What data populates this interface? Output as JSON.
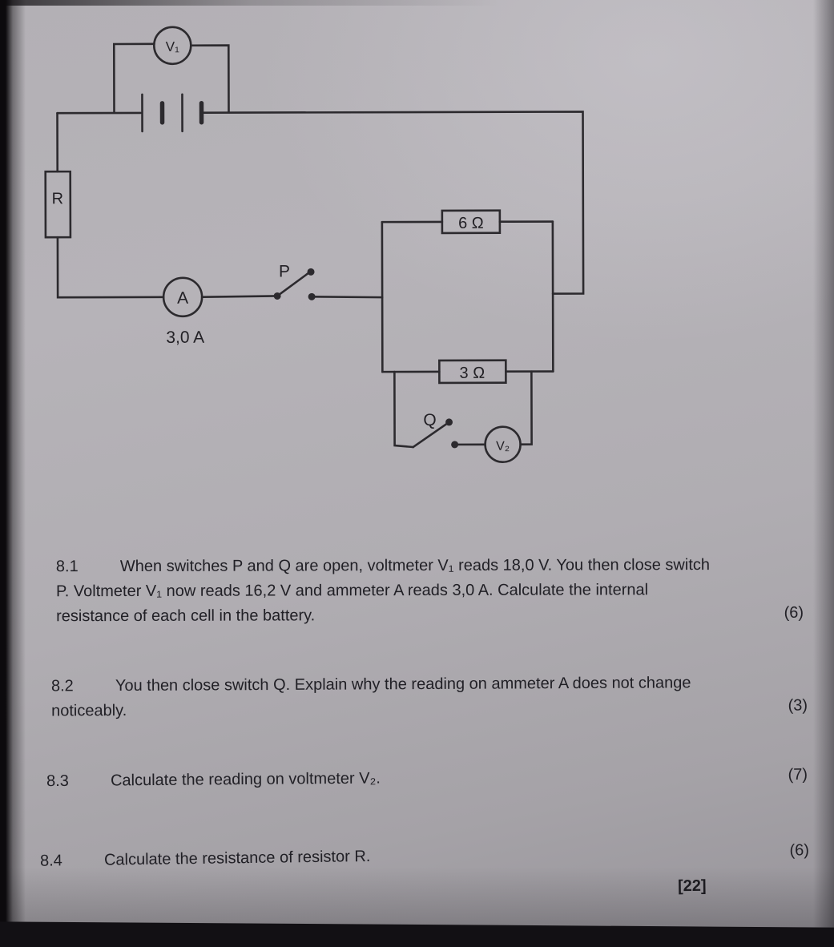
{
  "document": {
    "type": "physics exam question page",
    "total_marks": "[22]"
  },
  "colors": {
    "paper": "#b0adb2",
    "ink": "#212026",
    "edge_black": "#121014"
  },
  "circuit": {
    "voltmeter_v1": "V₁",
    "voltmeter_v2": "V₂",
    "ammeter": "A",
    "ammeter_reading": "3,0 A",
    "resistor_r": "R",
    "resistor_top": "6 Ω",
    "resistor_bottom": "3 Ω",
    "switch_p": "P",
    "switch_q": "Q"
  },
  "questions": [
    {
      "number": "8.1",
      "lines": [
        "When switches P and Q are open, voltmeter V₁ reads 18,0 V. You then close switch",
        "P. Voltmeter V₁ now reads 16,2 V and ammeter A reads 3,0 A. Calculate the internal",
        "resistance of each cell in the battery."
      ],
      "marks": "(6)"
    },
    {
      "number": "8.2",
      "lines": [
        "You then close switch Q. Explain why the reading on ammeter A does not change",
        "noticeably."
      ],
      "marks": "(3)"
    },
    {
      "number": "8.3",
      "lines": [
        "Calculate the reading on voltmeter V₂."
      ],
      "marks": "(7)"
    },
    {
      "number": "8.4",
      "lines": [
        "Calculate the resistance of resistor R."
      ],
      "marks": "(6)"
    }
  ]
}
